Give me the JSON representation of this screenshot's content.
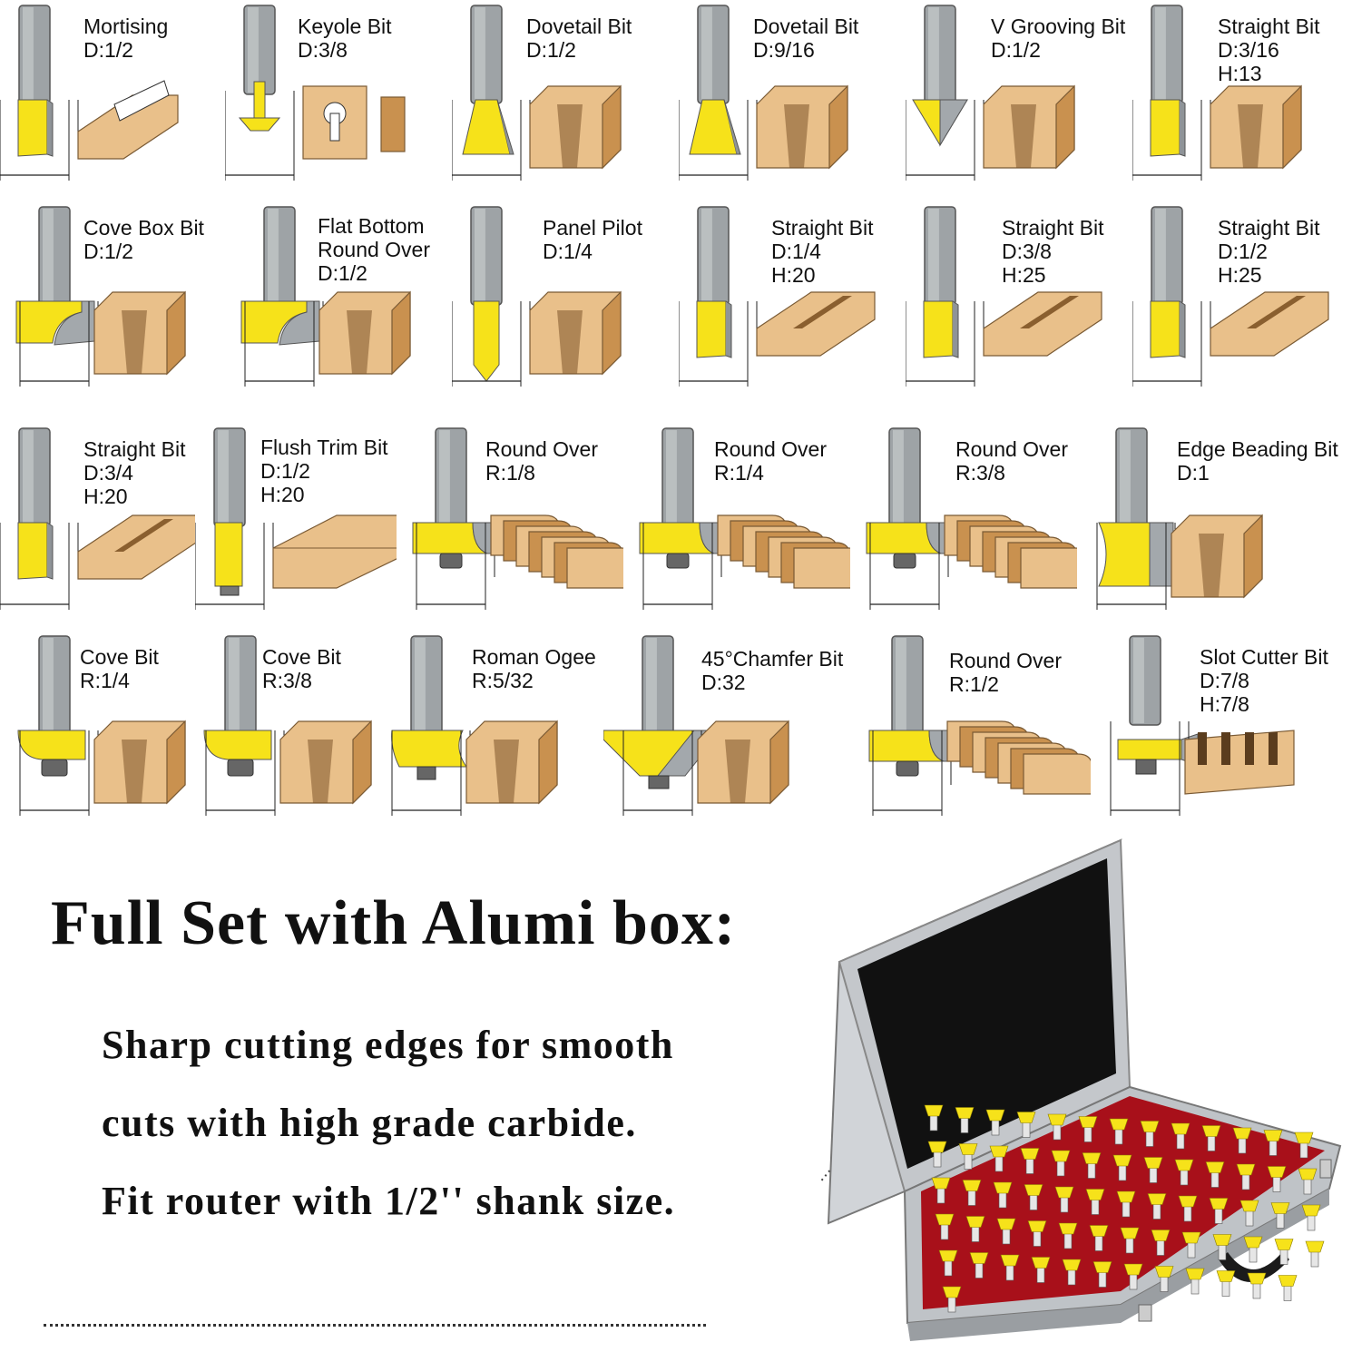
{
  "bits": [
    {
      "name": "Mortising",
      "specs": [
        "D:1/2"
      ],
      "style": "straight",
      "block": "hinge"
    },
    {
      "name": "Keyole Bit",
      "specs": [
        "D:3/8"
      ],
      "style": "keyhole",
      "block": "keyhole"
    },
    {
      "name": "Dovetail Bit",
      "specs": [
        "D:1/2"
      ],
      "style": "dovetail",
      "block": "dovetail"
    },
    {
      "name": "Dovetail Bit",
      "specs": [
        "D:9/16"
      ],
      "style": "dovetail",
      "block": "dovetail"
    },
    {
      "name": "V Grooving Bit",
      "specs": [
        "D:1/2"
      ],
      "style": "vgroove",
      "block": "vgroove"
    },
    {
      "name": "Straight Bit",
      "specs": [
        "D:3/16",
        "H:13"
      ],
      "style": "straight",
      "block": "slot"
    },
    {
      "name": "Cove Box Bit",
      "specs": [
        "D:1/2"
      ],
      "style": "cove",
      "block": "cove"
    },
    {
      "name": "Flat Bottom Round Over",
      "specs": [
        "D:1/2"
      ],
      "style": "cove",
      "block": "flatbottom",
      "title_lines": [
        "Flat Bottom",
        "Round Over"
      ]
    },
    {
      "name": "Panel Pilot",
      "specs": [
        "D:1/4"
      ],
      "style": "panel",
      "block": "panel"
    },
    {
      "name": "Straight Bit",
      "specs": [
        "D:1/4",
        "H:20"
      ],
      "style": "straight",
      "block": "groove"
    },
    {
      "name": "Straight Bit",
      "specs": [
        "D:3/8",
        "H:25"
      ],
      "style": "straight",
      "block": "groove"
    },
    {
      "name": "Straight Bit",
      "specs": [
        "D:1/2",
        "H:25"
      ],
      "style": "straight",
      "block": "groove"
    },
    {
      "name": "Straight Bit",
      "specs": [
        "D:3/4",
        "H:20"
      ],
      "style": "straight",
      "block": "groove"
    },
    {
      "name": "Flush Trim Bit",
      "specs": [
        "D:1/2",
        "H:20"
      ],
      "style": "flush",
      "block": "board"
    },
    {
      "name": "Round Over",
      "specs": [
        "R:1/8"
      ],
      "style": "roundover",
      "block": "stack"
    },
    {
      "name": "Round Over",
      "specs": [
        "R:1/4"
      ],
      "style": "roundover",
      "block": "stack"
    },
    {
      "name": "Round Over",
      "specs": [
        "R:3/8"
      ],
      "style": "roundover",
      "block": "stack"
    },
    {
      "name": "Edge Beading Bit",
      "specs": [
        "D:1"
      ],
      "style": "beading",
      "block": "bead"
    },
    {
      "name": "Cove Bit",
      "specs": [
        "R:1/4"
      ],
      "style": "covebearing",
      "block": "cove"
    },
    {
      "name": "Cove Bit",
      "specs": [
        "R:3/8"
      ],
      "style": "covebearing",
      "block": "cove"
    },
    {
      "name": "Roman Ogee",
      "specs": [
        "R:5/32"
      ],
      "style": "ogee",
      "block": "ogee"
    },
    {
      "name": "45°Chamfer Bit",
      "specs": [
        "D:32"
      ],
      "style": "chamfer",
      "block": "chamfer"
    },
    {
      "name": "Round Over",
      "specs": [
        "R:1/2"
      ],
      "style": "roundover",
      "block": "stack"
    },
    {
      "name": "Slot Cutter Bit",
      "specs": [
        "D:7/8",
        "H:7/8"
      ],
      "style": "slot",
      "block": "slots"
    }
  ],
  "headline": "Full Set with Alumi box:",
  "features": [
    "Sharp cutting edges for smooth",
    "cuts with high grade carbide.",
    "Fit router with 1/2'' shank size."
  ],
  "colors": {
    "carbide_yellow": "#f6e21a",
    "shank_gray": "#9ea3a6",
    "wood_light": "#e9c08a",
    "wood_dark": "#c9914f",
    "case_foam": "#111111",
    "case_aluminum": "#c8cbcf",
    "tray_red": "#b3121b"
  }
}
